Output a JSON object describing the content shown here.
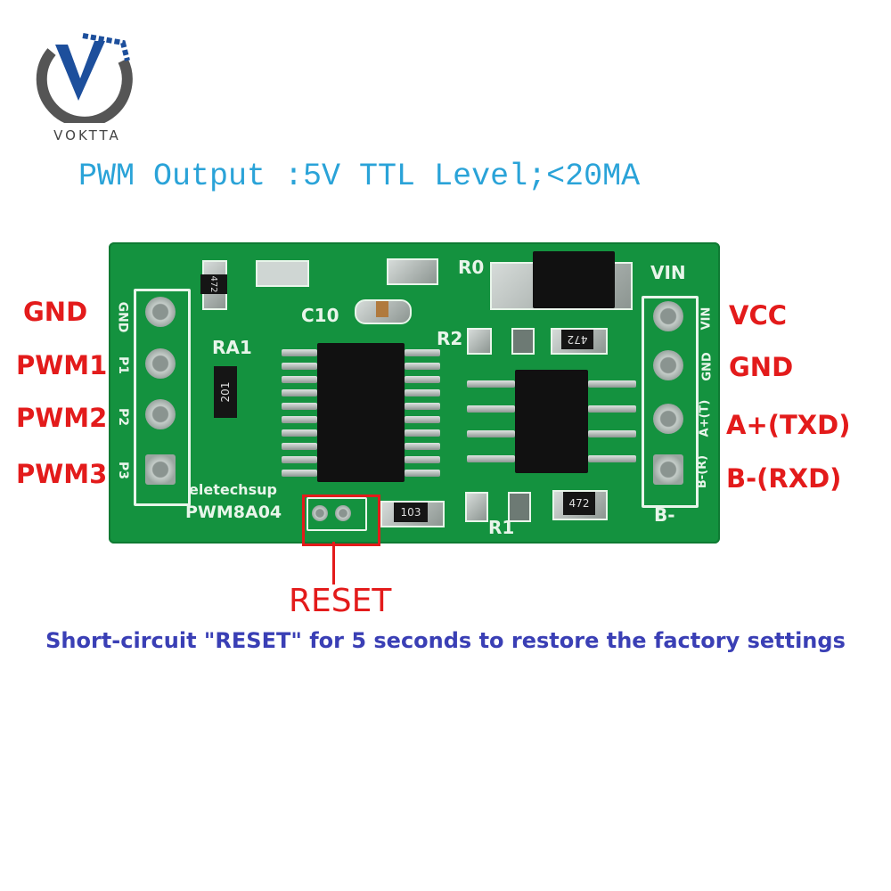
{
  "logo": {
    "text": "VOKTTA",
    "colors": {
      "blue": "#1d4f9c",
      "gray": "#444444"
    }
  },
  "caption": "PWM Output :5V TTL Level;<20MA",
  "left_labels": [
    "GND",
    "PWM1",
    "PWM2",
    "PWM3"
  ],
  "right_labels": [
    "VCC",
    "GND",
    "A+(TXD)",
    "B-(RXD)"
  ],
  "board": {
    "color": "#14923f",
    "silkscreen": {
      "left_header": [
        "GND",
        "P1",
        "P2",
        "P3"
      ],
      "right_header": [
        "VIN",
        "GND",
        "A+(T)",
        "B-(R)"
      ],
      "vin": "VIN",
      "b_minus": "B-",
      "c10": "C10",
      "ra1": "RA1",
      "ra1_value": "201",
      "r0": "R0",
      "r1": "R1",
      "r2": "R2",
      "res_472_a": "472",
      "res_472_b": "472",
      "res_472_c": "472",
      "res_103": "103",
      "brand": "eletechsup",
      "model": "PWM8A04"
    }
  },
  "reset_label": "RESET",
  "reset_highlight_color": "#e31b1b",
  "instruction": "Short-circuit \"RESET\" for 5 seconds to restore the factory settings"
}
